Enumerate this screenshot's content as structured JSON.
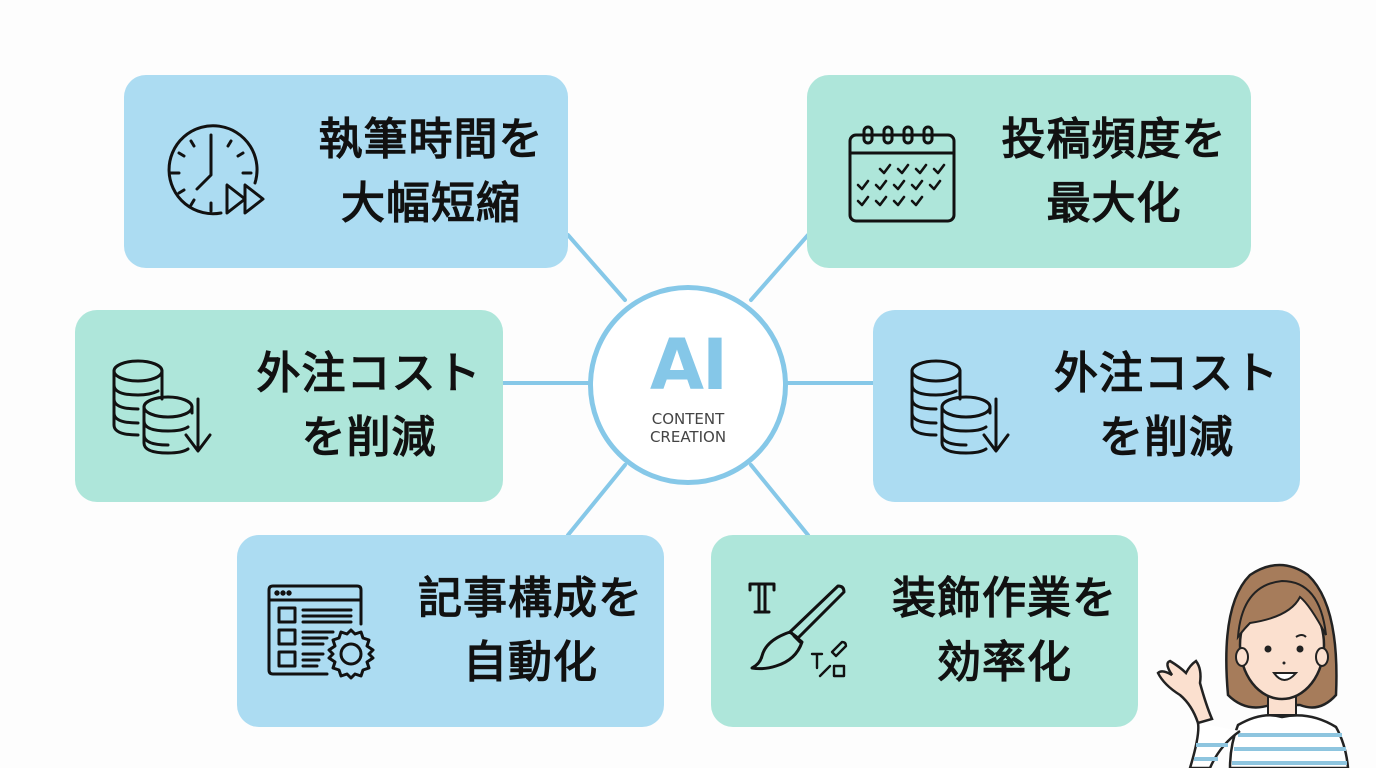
{
  "hub": {
    "title": "AI",
    "subtitle_line1": "CONTENT",
    "subtitle_line2": "CREATION",
    "accent_color": "#85c7e8"
  },
  "cards": [
    {
      "id": "top-left",
      "icon": "clock-fast-forward-icon",
      "line1": "執筆時間を",
      "line2": "大幅短縮",
      "color": "#acdcf2"
    },
    {
      "id": "top-right",
      "icon": "calendar-checks-icon",
      "line1": "投稿頻度を",
      "line2": "最大化",
      "color": "#aee6da"
    },
    {
      "id": "middle-left",
      "icon": "coins-down-arrow-icon",
      "line1": "外注コスト",
      "line2": "を削減",
      "color": "#aee6da"
    },
    {
      "id": "middle-right",
      "icon": "coins-down-arrow-icon",
      "line1": "外注コスト",
      "line2": "を削減",
      "color": "#acdcf2"
    },
    {
      "id": "bottom-left",
      "icon": "article-layout-gear-icon",
      "line1": "記事構成を",
      "line2": "自動化",
      "color": "#acdcf2"
    },
    {
      "id": "bottom-right",
      "icon": "paintbrush-text-format-icon",
      "line1": "装飾作業を",
      "line2": "効率化",
      "color": "#aee6da"
    }
  ],
  "illustration": {
    "subject": "woman-presenting-illustration",
    "hair_color": "#a67c5b",
    "stripe_color": "#8ec5df"
  },
  "connector_color": "#86c8e8"
}
